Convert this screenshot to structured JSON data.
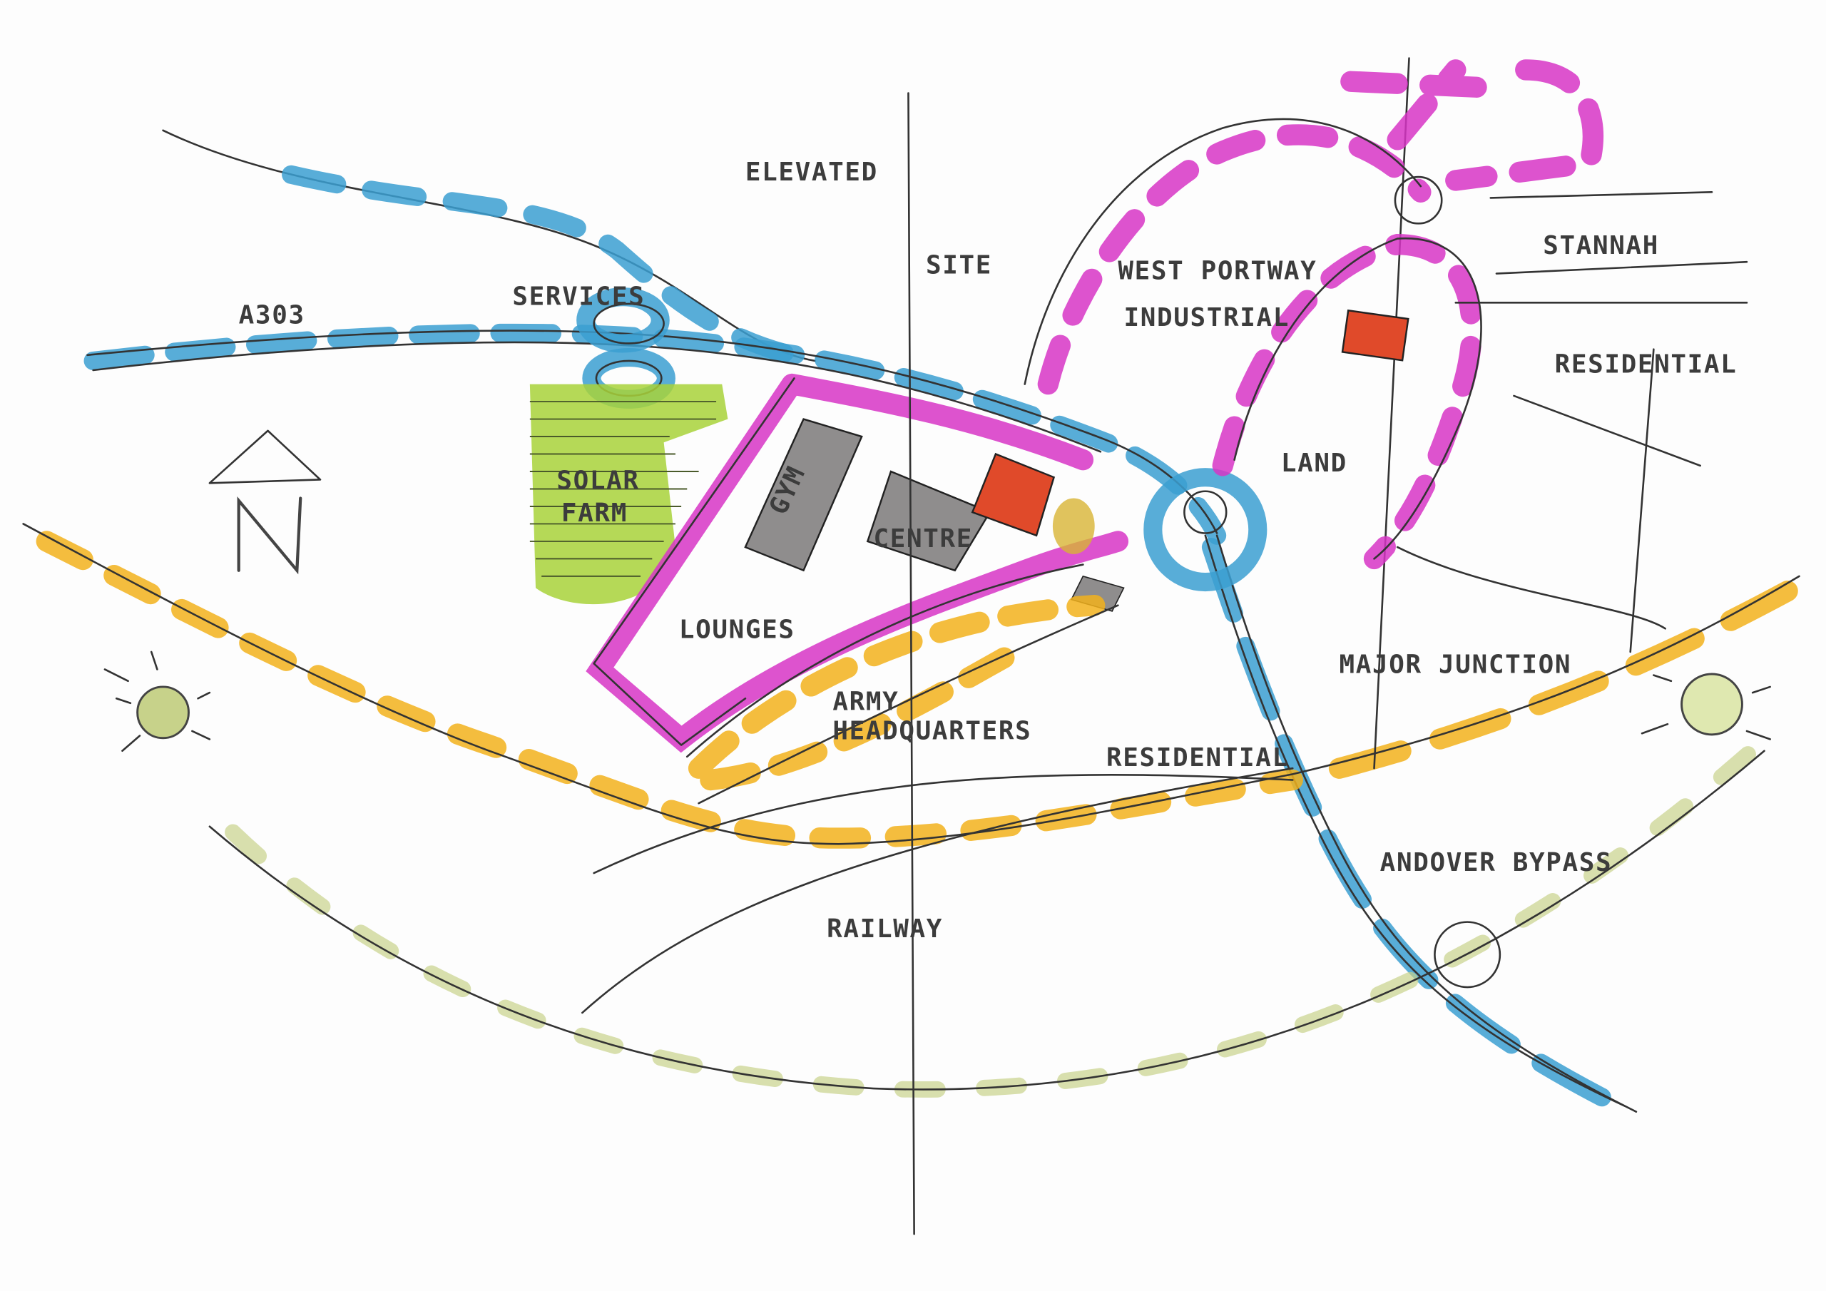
{
  "title": "Site context sketch",
  "labels": {
    "a303": "A303",
    "services": "SERVICES",
    "elevated": "ELEVATED",
    "site": "SITE",
    "west_portway": "WEST PORTWAY",
    "industrial": "INDUSTRIAL",
    "stannah": "STANNAH",
    "residential_east": "RESIDENTIAL",
    "solar_farm_1": "SOLAR",
    "solar_farm_2": "FARM",
    "gym": "GYM",
    "centre": "CENTRE",
    "lounges": "LOUNGES",
    "land": "LAND",
    "army_hq_1": "ARMY",
    "army_hq_2": "HEADQUARTERS",
    "major_junction": "MAJOR JUNCTION",
    "residential_south": "RESIDENTIAL",
    "andover_bypass": "ANDOVER BYPASS",
    "railway": "RAILWAY",
    "north": "N"
  },
  "colors": {
    "road": "#3b9fd1",
    "boundary": "#d735c5",
    "rail_route": "#f2b21c",
    "solar": "#a8d23a",
    "building": "#8f8d8d",
    "focus": "#e04a2a",
    "sun_path": "#c7d28a"
  }
}
